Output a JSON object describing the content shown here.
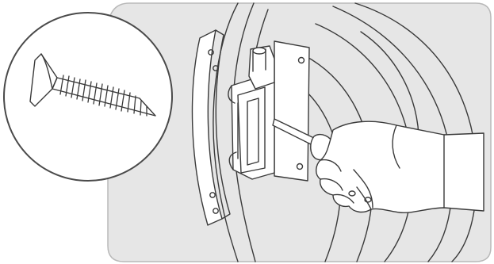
{
  "illustration": {
    "panel_background": "#e6e6e6",
    "panel_border": "#b9b9b9",
    "line_color": "#3a3a3a",
    "fill_white": "#ffffff",
    "inset_border": "#4a4a4a",
    "subjects": [
      "screw-detail",
      "washer-door-hinge",
      "hand-with-screwdriver"
    ]
  }
}
